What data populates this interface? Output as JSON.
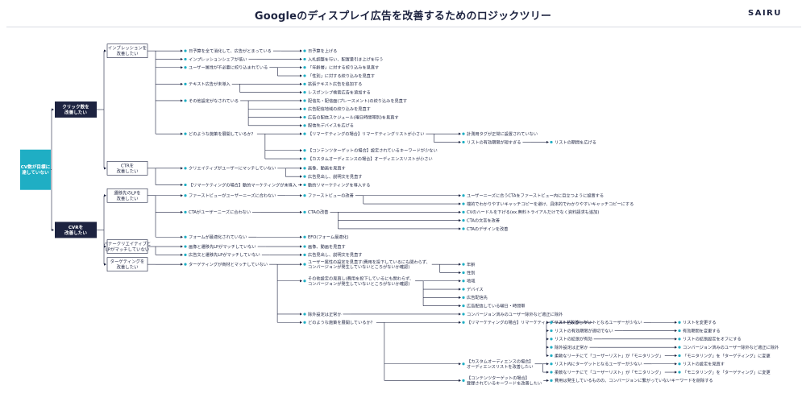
{
  "header": {
    "title": "Googleのディスプレイ広告を改善するためのロジックツリー",
    "brand": "SAIRU"
  },
  "colors": {
    "teal": "#1faec4",
    "navy": "#1d2340",
    "dot": "#1faec4",
    "box_border": "#1d2340"
  },
  "tree": {
    "text": "CV数が目標に\n達していない",
    "style": "teal",
    "children": [
      {
        "text": "クリック数を\n改善したい",
        "style": "navy",
        "children": [
          {
            "text": "インプレッションを\n改善したい",
            "style": "box",
            "children": [
              {
                "text": "日予算を全て消化して、広告がとまっている",
                "children": [
                  {
                    "text": "日予算を上げる"
                  }
                ]
              },
              {
                "text": "インプレッションシェアが低い",
                "children": [
                  {
                    "text": "入札調整を行い、配置量引き上げを行う"
                  }
                ]
              },
              {
                "text": "ユーザー属性が不必要に絞り込まれている",
                "children": [
                  {
                    "text": "「年齢層」に対する絞り込みを見直す"
                  },
                  {
                    "text": "「性別」に対する絞り込みを見直す"
                  }
                ]
              },
              {
                "text": "テキスト広告が未導入",
                "children": [
                  {
                    "text": "拡張テキスト広告を追加する"
                  },
                  {
                    "text": "レスポンシブ検索広告を追加する"
                  }
                ]
              },
              {
                "text": "その他設定がなされている",
                "children": [
                  {
                    "text": "配信先・配信面(プレースメント)の絞り込みを見直す"
                  },
                  {
                    "text": "広告配信地域の絞り込みを見直す"
                  },
                  {
                    "text": "広告の配信スケジュール(曜日時間帯別)を見直す"
                  },
                  {
                    "text": "配信先デバイスを広げる"
                  }
                ]
              },
              {
                "text": "どのような施策を展開しているか？",
                "children": [
                  {
                    "text": "【リマーケティングの場合】リマーケティングリストが小さい",
                    "children": [
                      {
                        "text": "計測用タグが正常に設置されていない"
                      },
                      {
                        "text": "リストの有効期限が短すぎる",
                        "children": [
                          {
                            "text": "リストの期間を広げる"
                          }
                        ]
                      }
                    ]
                  },
                  {
                    "text": "【コンテンツターゲットの場合】設定されているキーワードが少ない"
                  },
                  {
                    "text": "【カスタムオーディエンスの場合】オーディエンスリストが小さい"
                  }
                ]
              }
            ]
          },
          {
            "text": "CTRを\n改善したい",
            "style": "box",
            "children": [
              {
                "text": "クリエイティブがユーザーにマッチしていない",
                "children": [
                  {
                    "text": "画像、動画を見直す"
                  },
                  {
                    "text": "広告見出し、説明文を見直す"
                  }
                ]
              },
              {
                "text": "【リマーケティングの場合】動的マーケティングが未導入",
                "children": [
                  {
                    "text": "動的リマーケティングを導入する"
                  }
                ]
              }
            ]
          }
        ]
      },
      {
        "text": "CVRを\n改善したい",
        "style": "navy",
        "children": [
          {
            "text": "遷移先のLPを\n改善したい",
            "style": "box",
            "children": [
              {
                "text": "ファーストビューがユーザーニーズに合わない",
                "children": [
                  {
                    "text": "ファーストビューの改善",
                    "children": [
                      {
                        "text": "ユーザーニーズに合うCTAをファーストビュー内に目立つように設置する"
                      },
                      {
                        "text": "端的でわかりやすいキャッチコピーを避け、具体的でわかりやすいキャッチコピーにする"
                      }
                    ]
                  }
                ]
              },
              {
                "text": "CTAがユーザーニーズに合わない",
                "children": [
                  {
                    "text": "CTAの改善",
                    "children": [
                      {
                        "text": "CVのハードルを下げる(ex.無料トライアルだけでなく資料請求も追加)"
                      },
                      {
                        "text": "CTAの文言を改善"
                      },
                      {
                        "text": "CTAのデザインを改善"
                      }
                    ]
                  }
                ]
              },
              {
                "text": "フォームが最適化されていない",
                "children": [
                  {
                    "text": "EFO(フォーム最適化)"
                  }
                ]
              }
            ]
          },
          {
            "text": "バナークリエイティブと\nLPがマッチしていない",
            "style": "box",
            "children": [
              {
                "text": "画像と遷移先LPがマッチしていない",
                "children": [
                  {
                    "text": "画像、動画を見直す"
                  }
                ]
              },
              {
                "text": "広告文と遷移先LPがマッチしていない",
                "children": [
                  {
                    "text": "広告見出し、説明文を見直す"
                  }
                ]
              }
            ]
          },
          {
            "text": "ターゲティングを\n改善したい",
            "style": "box",
            "children": [
              {
                "text": "ターゲティングが商材とマッチしていない",
                "children": [
                  {
                    "text": "ユーザー属性の設定を見直す(費用を投下しているにも関わらず、\nコンバージョンが発生していないところがないか確認)",
                    "children": [
                      {
                        "text": "年齢"
                      },
                      {
                        "text": "性別"
                      }
                    ]
                  },
                  {
                    "text": "その他設定の見直し(費用を投下しているにも関わらず、\nコンバージョンが発生していないところがないか確認)",
                    "children": [
                      {
                        "text": "地域"
                      },
                      {
                        "text": "デバイス"
                      },
                      {
                        "text": "広告配信先"
                      },
                      {
                        "text": "広告配信している曜日・時間帯"
                      }
                    ]
                  },
                  {
                    "text": "除外設定は正常か",
                    "children": [
                      {
                        "text": "コンバージョン済みのユーザー除外など適正に除外"
                      }
                    ]
                  },
                  {
                    "text": "どのような施策を展開しているか？",
                    "children": [
                      {
                        "text": "【リマーケティングの場合】リマーケティングリストを改善したい",
                        "children": [
                          {
                            "text": "リスト内にターゲットとなるユーザーが少ない",
                            "children": [
                              {
                                "text": "リストを変更する"
                              }
                            ]
                          },
                          {
                            "text": "リストの有効期限が適切でない",
                            "children": [
                              {
                                "text": "有効期間を変更する"
                              }
                            ]
                          },
                          {
                            "text": "リストの拡張が有効",
                            "children": [
                              {
                                "text": "リストの拡張設定をオフにする"
                              }
                            ]
                          },
                          {
                            "text": "除外設定は正常か",
                            "children": [
                              {
                                "text": "コンバージョン済みのユーザー除外など適正に除外"
                              }
                            ]
                          },
                          {
                            "text": "柔軟なリーチにて「ユーザーリスト」が「モニタリング」",
                            "children": [
                              {
                                "text": "「モニタリング」を「ターゲティング」に変更"
                              }
                            ]
                          }
                        ]
                      },
                      {
                        "text": "【カスタムオーディエンスの場合】\nオーディエンスリストを改善したい",
                        "children": [
                          {
                            "text": "リスト内にターゲットとなるユーザーが少ない",
                            "children": [
                              {
                                "text": "リストの設定を見直す"
                              }
                            ]
                          },
                          {
                            "text": "柔軟なリーチにて「ユーザーリスト」が「モニタリング」",
                            "children": [
                              {
                                "text": "「モニタリング」を「ターゲティング」に変更"
                              }
                            ]
                          }
                        ]
                      },
                      {
                        "text": "【コンテンツターゲットの場合】\n登録されているキーワードを改善したい",
                        "children": [
                          {
                            "text": "費用は発生しているものの、コンバージョンに繋がっていないキーワードを削除する"
                          }
                        ]
                      }
                    ]
                  }
                ]
              }
            ]
          }
        ]
      }
    ]
  }
}
